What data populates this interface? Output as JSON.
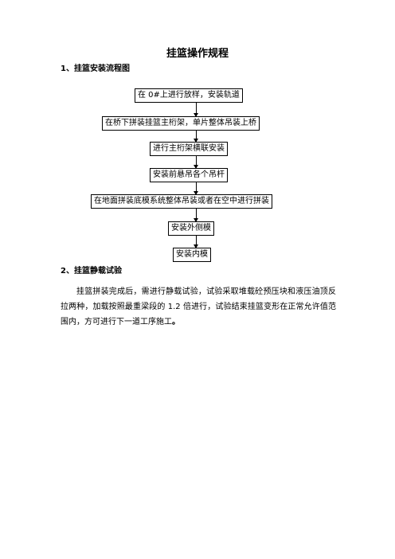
{
  "doc": {
    "title": "挂篮操作规程",
    "section1": "1、挂篮安装流程图",
    "section2": "2、挂篮静载试验",
    "paragraph_main": "挂篮拼装完成后，需进行静载试验，试验采取堆载砼预压块和液压油顶反拉两种，加载按照最重梁段的 1.2 倍进行，试验结束挂篮变形在正常允许值范围内，方可进行下一道工序施工",
    "paragraph_end": "。"
  },
  "flow": {
    "steps": [
      "在 0#上进行放样，安装轨道",
      "在桥下拼装挂篮主桁架，单片整体吊装上桥",
      "进行主桁架横联安装",
      "安装前悬吊各个吊杆",
      "在地面拼装底模系统整体吊装或者在空中进行拼装",
      "安装外侧模",
      "安装内模"
    ]
  }
}
